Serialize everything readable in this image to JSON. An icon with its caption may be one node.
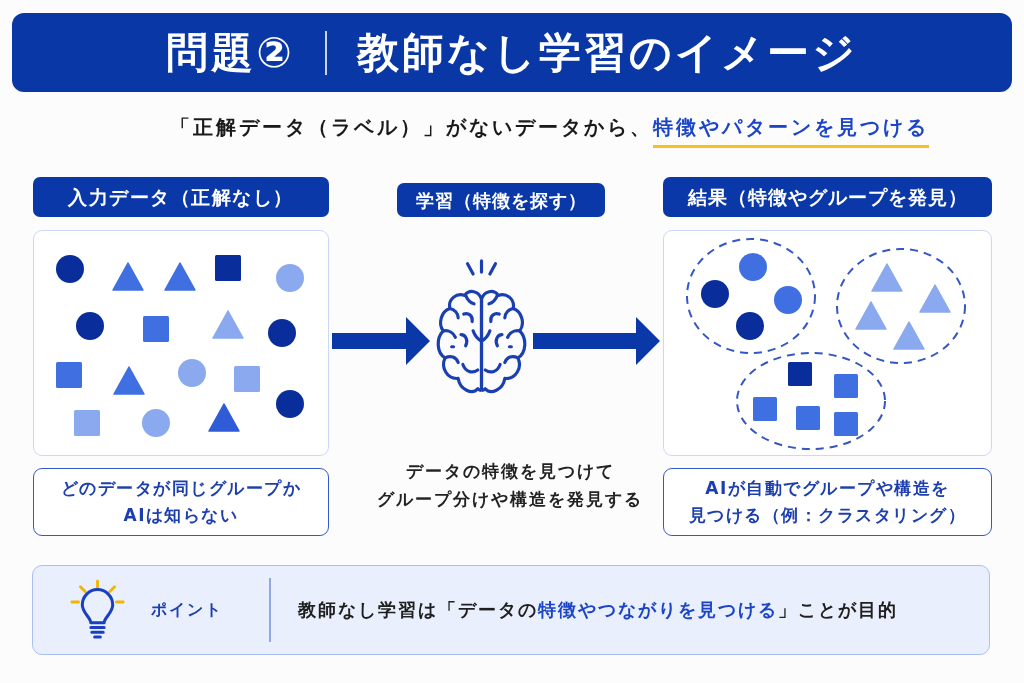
{
  "diagram": {
    "nodes": [
      {
        "text": [
          "問題②",
          "教師なし学習のイメージ"
        ]
      },
      {
        "text": [
          "入力データ（正解なし）"
        ]
      },
      {
        "text": [],
        "shape": "box"
      },
      {
        "text": [
          "どのデータが同じグループかAIは知らない"
        ]
      },
      {
        "text": [
          "学習（特徴を探す）"
        ]
      },
      {
        "text": [],
        "shape": "picture"
      },
      {
        "text": [
          "結果（特徴やグループを発見）"
        ]
      },
      {
        "text": [],
        "shape": "box"
      },
      {
        "text": [
          "AIが自動でグループや構造を見つける（例：クラスタリング）"
        ]
      },
      {
        "text": [
          "ポイント",
          "教師なし学習は「データの**特徴やつながりを見つける**」ことが目的"
        ]
      }
    ],
    "edges": [
      {
        "from": 2,
        "to": 5,
        "arrow": "to"
      },
      {
        "from": 5,
        "to": 7,
        "arrow": "to"
      }
    ],
    "labels": [
      "「正解データ（ラベル）」がないデータから、**特徴やパターンを見つける**",
      "データの特徴を見つけてグループ分けや構造を発見する"
    ]
  }
}
